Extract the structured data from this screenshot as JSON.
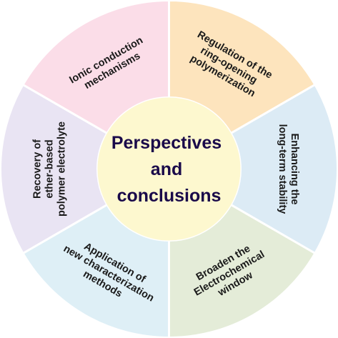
{
  "center": {
    "lines": [
      "Perspectives",
      "and",
      "conclusions"
    ]
  },
  "segments": [
    {
      "lines": [
        "Regulation of the",
        "ring-opening",
        "polymerization"
      ],
      "color": "#fde4bd"
    },
    {
      "lines": [
        "Enhancing the",
        "long-term stability"
      ],
      "color": "#dcebf5"
    },
    {
      "lines": [
        "Broaden the",
        "Electrochemical",
        "window"
      ],
      "color": "#e4ecd8"
    },
    {
      "lines": [
        "Application of",
        "new characterization",
        "methods"
      ],
      "color": "#deeff6"
    },
    {
      "lines": [
        "Recovery of",
        "ether-based",
        "polymer electrolyte"
      ],
      "color": "#e9e4f3"
    },
    {
      "lines": [
        "Ionic conduction",
        "mechanisms"
      ],
      "color": "#fbdde8"
    }
  ],
  "colors": {
    "center_fill": "#fdf8cf",
    "center_text": "#1a0a4a",
    "segment_text": "#1a1a1a",
    "divider": "#ffffff"
  }
}
